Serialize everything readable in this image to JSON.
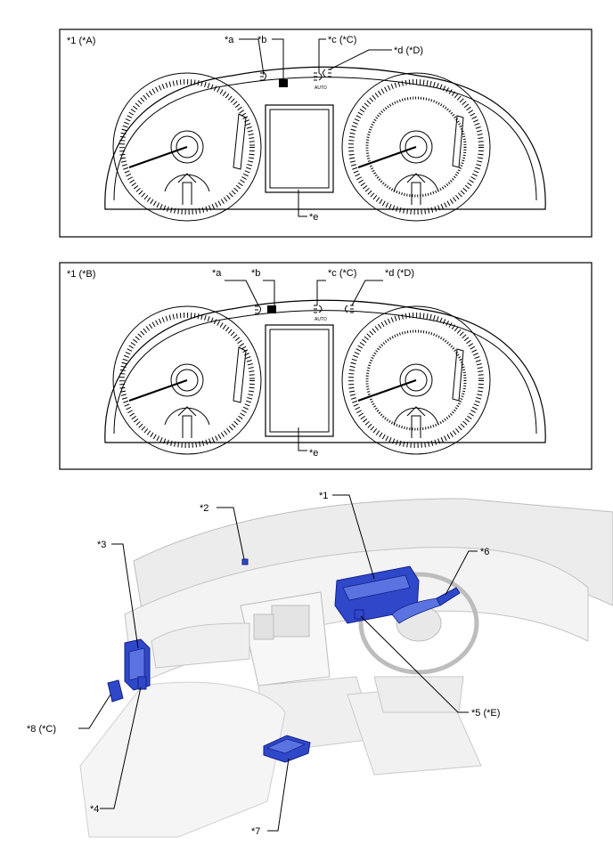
{
  "panels": [
    {
      "title": "*1 (*A)",
      "indicators": {
        "a": "*a",
        "b": "*b",
        "c": "*c (*C)",
        "d": "*d (*D)",
        "e": "*e"
      }
    },
    {
      "title": "*1 (*B)",
      "indicators": {
        "a": "*a",
        "b": "*b",
        "c": "*c (*C)",
        "d": "*d (*D)",
        "e": "*e"
      }
    }
  ],
  "indicator_text": {
    "auto": "AUTO"
  },
  "vehicle_callouts": {
    "c1": "*1",
    "c2": "*2",
    "c3": "*3",
    "c4": "*4",
    "c5": "*5 (*E)",
    "c6": "*6",
    "c7": "*7",
    "c8": "*8 (*C)"
  },
  "colors": {
    "highlight_part": "#2f48c9",
    "outline": "#000000",
    "dash_background": "#e6e6e6"
  },
  "icons": [
    "fog-light-icon",
    "headlight-icon",
    "auto-headlight-icon",
    "rear-fog-icon",
    "fuel-gauge-icon",
    "temperature-gauge-icon"
  ]
}
